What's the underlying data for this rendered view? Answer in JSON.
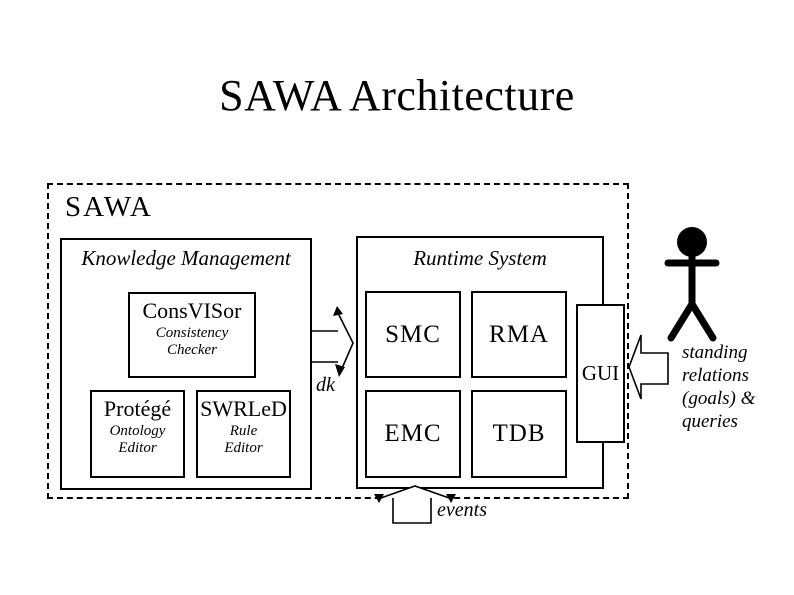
{
  "title": "SAWA Architecture",
  "sawa": {
    "label": "SAWA",
    "knowledge_management": {
      "label": "Knowledge Management",
      "consvisor": {
        "title": "ConsVISor",
        "subtitle": "Consistency\nChecker"
      },
      "protege": {
        "title": "Protégé",
        "subtitle": "Ontology\nEditor"
      },
      "swrled": {
        "title": "SWRLeD",
        "subtitle": "Rule\nEditor"
      }
    },
    "runtime_system": {
      "label": "Runtime System",
      "components": [
        "SMC",
        "RMA",
        "EMC",
        "TDB"
      ],
      "gui": "GUI"
    }
  },
  "flows": {
    "dk_label": "dk",
    "events_label": "events",
    "user_input_label": "standing\nrelations\n(goals) &\nqueries"
  },
  "icons": {
    "actor": "person-stick-figure"
  },
  "colors": {
    "ink": "#000000",
    "background": "#ffffff"
  }
}
